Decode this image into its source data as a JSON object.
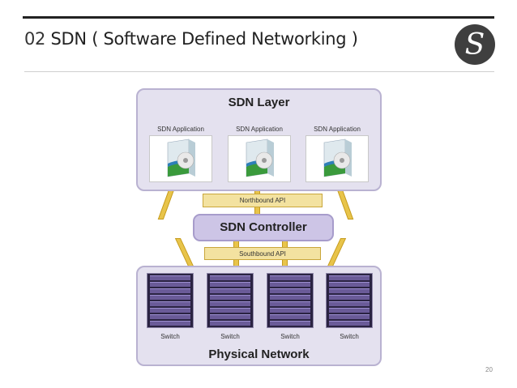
{
  "slide": {
    "title_number": "02",
    "title_text": "SDN ( Software Defined Networking )",
    "logo_letter": "S",
    "page_number": "20"
  },
  "diagram": {
    "sdn_layer_title": "SDN Layer",
    "applications": [
      "SDN Application",
      "SDN Application",
      "SDN Application"
    ],
    "northbound_api": "Northbound API",
    "controller": "SDN Controller",
    "southbound_api": "Southbound API",
    "switches": [
      "Switch",
      "Switch",
      "Switch",
      "Switch"
    ],
    "physical_layer_title": "Physical Network"
  },
  "colors": {
    "layer_fill": "#e4e1ef",
    "controller_fill": "#cdc5e6",
    "api_fill": "#f3e2a0",
    "cable": "#e8c44a",
    "rack": "#2a2342"
  }
}
